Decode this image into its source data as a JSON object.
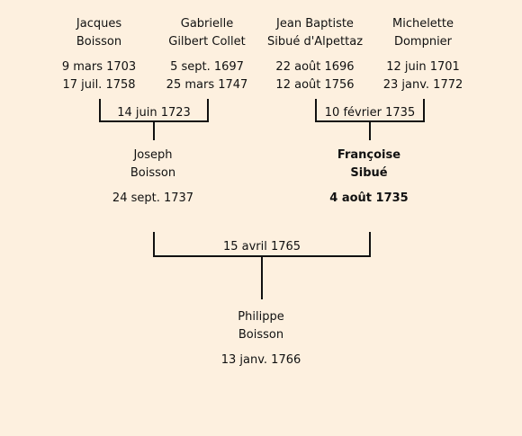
{
  "grandparents": [
    {
      "first": "Jacques",
      "last": "Boisson",
      "born": "9 mars 1703",
      "died": "17 juil. 1758"
    },
    {
      "first": "Gabrielle",
      "last": "Gilbert Collet",
      "born": "5 sept. 1697",
      "died": "25 mars 1747"
    },
    {
      "first": "Jean Baptiste",
      "last": "Sibué d'Alpettaz",
      "born": "22 août 1696",
      "died": "12 août 1756"
    },
    {
      "first": "Michelette",
      "last": "Dompnier",
      "born": "12 juin 1701",
      "died": "23 janv. 1772"
    }
  ],
  "marriages": {
    "paternal": "14 juin 1723",
    "maternal": "10 février 1735",
    "parents": "15 avril 1765"
  },
  "parents": [
    {
      "first": "Joseph",
      "last": "Boisson",
      "born": "24 sept. 1737"
    },
    {
      "first": "Françoise",
      "last": "Sibué",
      "born": "4 août 1735"
    }
  ],
  "subject": {
    "first": "Philippe",
    "last": "Boisson",
    "born": "13 janv. 1766"
  }
}
